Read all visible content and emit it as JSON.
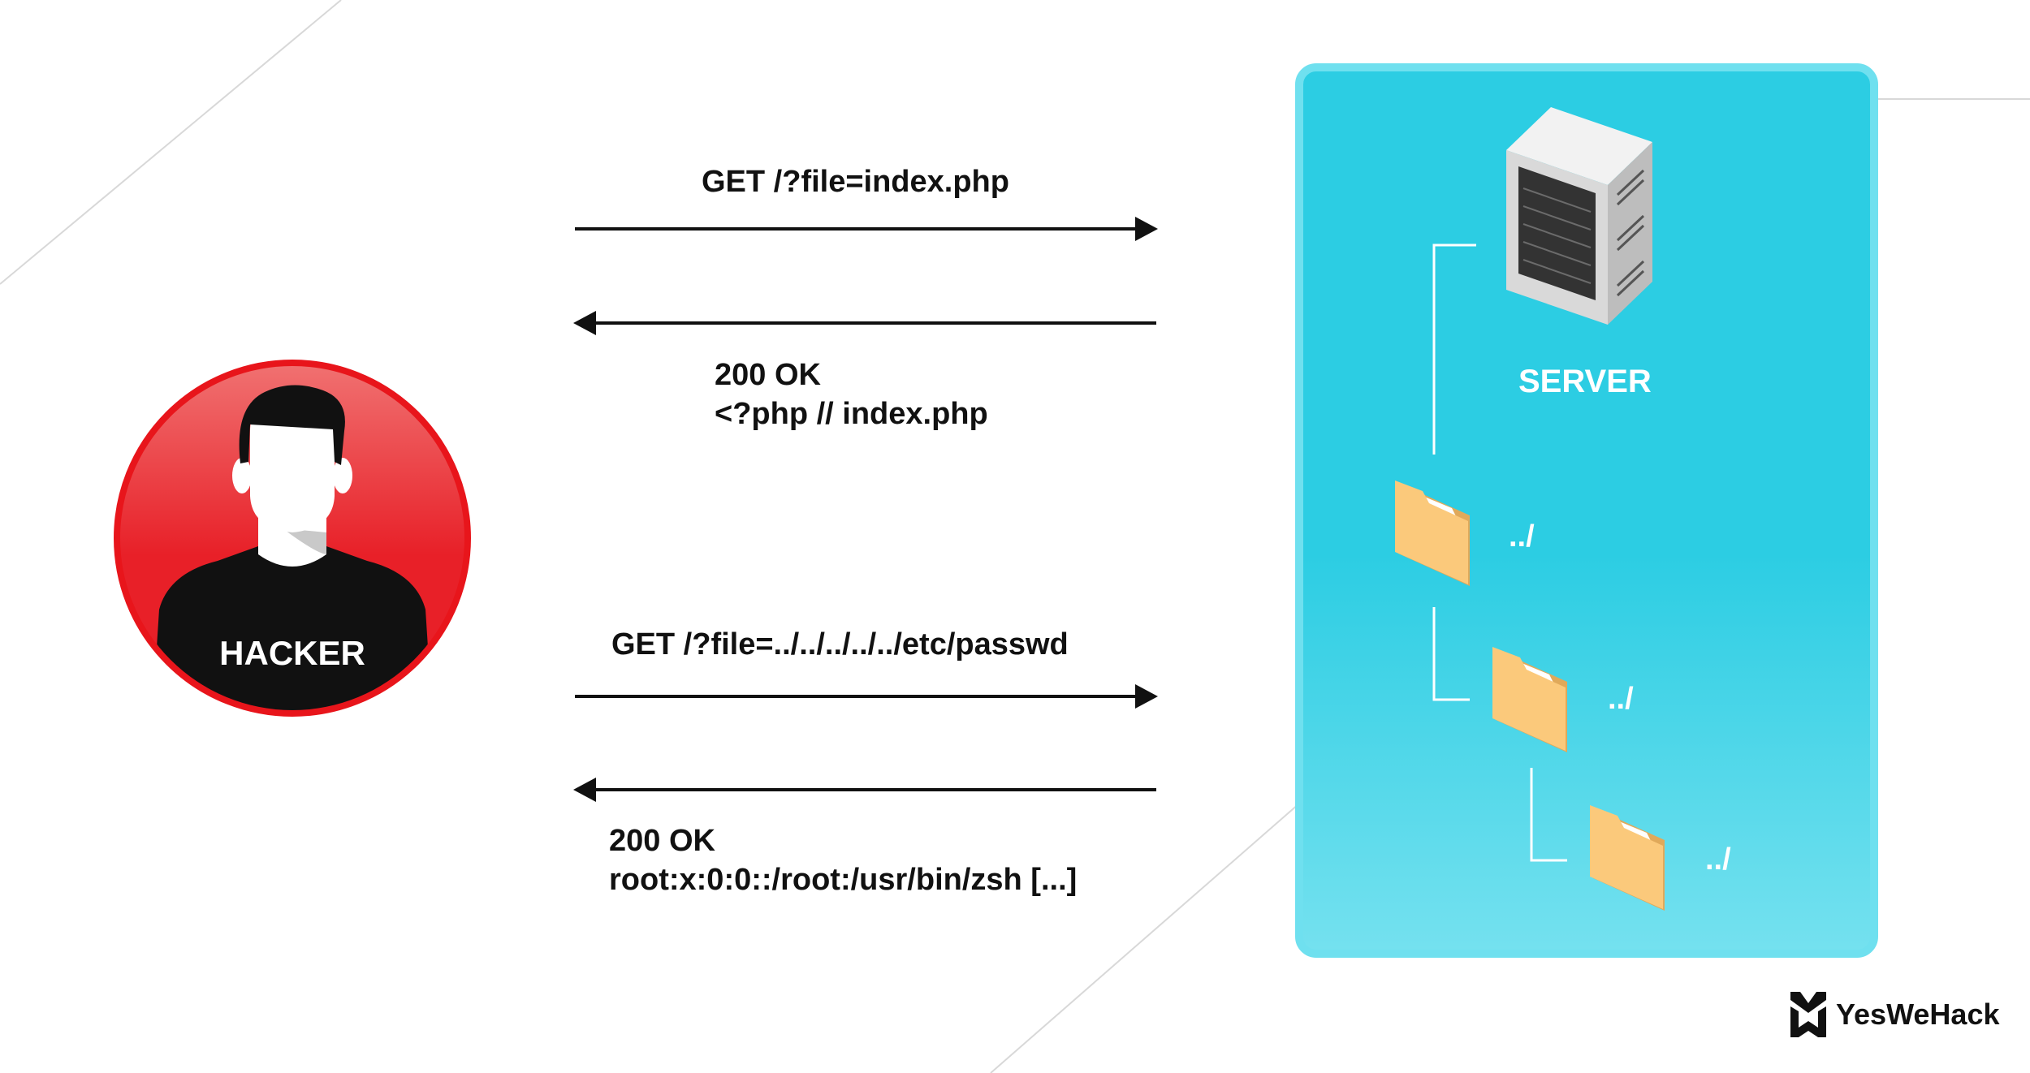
{
  "requests": [
    {
      "label": "GET /?file=index.php"
    },
    {
      "label": "GET /?file=../../../../../etc/passwd"
    }
  ],
  "responses": [
    {
      "status": "200 OK",
      "body": "<?php // index.php"
    },
    {
      "status": "200 OK",
      "body": "root:x:0:0::/root:/usr/bin/zsh [...]"
    }
  ],
  "hacker": {
    "label": "HACKER"
  },
  "server": {
    "label": "SERVER"
  },
  "folders": [
    {
      "label": "../"
    },
    {
      "label": "../"
    },
    {
      "label": "../"
    }
  ],
  "brand": {
    "name": "YesWeHack"
  },
  "colors": {
    "accent_cyan": "#2ccde3",
    "hacker_red": "#e8151b",
    "folder": "#fbc97b"
  }
}
